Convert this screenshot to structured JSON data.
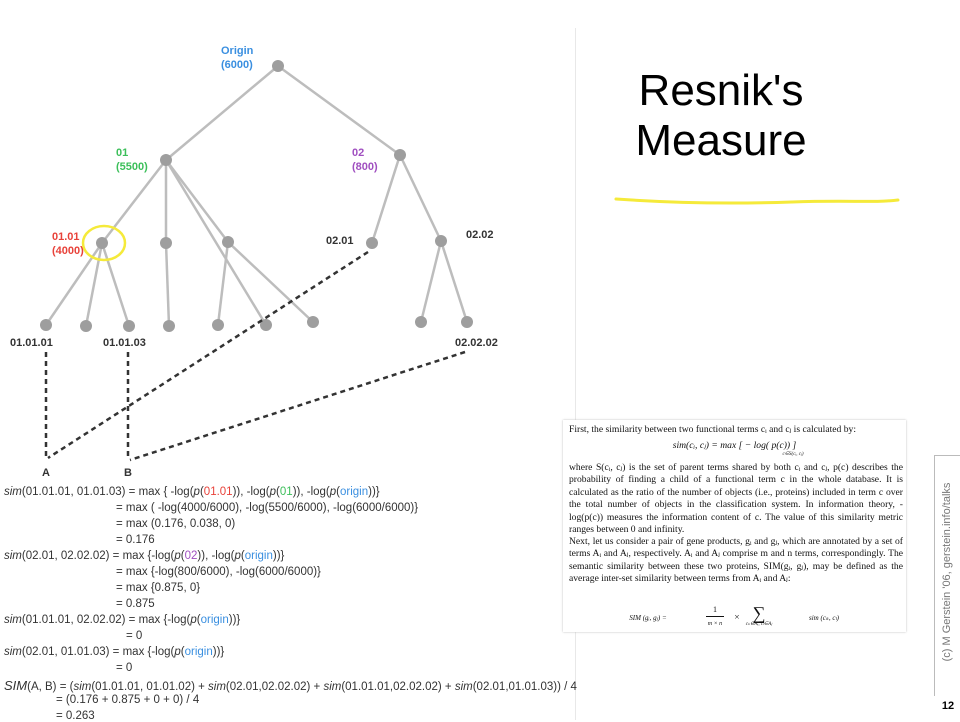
{
  "slide": {
    "title_line1": "Resnik's",
    "title_line2": "Measure",
    "side_text": "(c) M Gerstein '06, gerstein.info/talks",
    "page_number": "12",
    "colors": {
      "accent_underline": "#f5ea3a",
      "tree_line": "#bdbdbd",
      "node": "#9e9e9e",
      "origin_label": "#3a8fe0",
      "label_01": "#3cbf5a",
      "label_02": "#a04fc0",
      "label_0101": "#e8423a"
    }
  },
  "tree": {
    "origin_name": "Origin",
    "origin_count": "(6000)",
    "n01_name": "01",
    "n01_count": "(5500)",
    "n02_name": "02",
    "n02_count": "(800)",
    "n0101_name": "01.01",
    "n0101_count": "(4000)",
    "n0201": "02.01",
    "n0202": "02.02",
    "leaf_010101": "01.01.01",
    "leaf_010103": "01.01.03",
    "leaf_020202": "02.02.02",
    "point_a": "A",
    "point_b": "B"
  },
  "calc": {
    "l1_a": "sim",
    "l1_b": "(01.01.01, 01.01.03) = max { -log(",
    "l1_c": "p",
    "l1_d": "(",
    "l1_e": "01.01",
    "l1_f": ")), -log(",
    "l1_g": "p",
    "l1_h": "(",
    "l1_i": "01",
    "l1_j": ")), -log(",
    "l1_k": "p",
    "l1_l": "(",
    "l1_m": "origin",
    "l1_n": "))}",
    "l2": "= max ( -log(4000/6000), -log(5500/6000), -log(6000/6000)}",
    "l3": "= max (0.176, 0.038, 0)",
    "l4": "= 0.176",
    "l5_a": "sim",
    "l5_b": "(02.01,  02.02.02) = max {-log(",
    "l5_c": "p",
    "l5_d": "(",
    "l5_e": "02",
    "l5_f": ")),  -log(",
    "l5_g": "p",
    "l5_h": "(",
    "l5_i": "origin",
    "l5_j": "))}",
    "l6": "= max {-log(800/6000), -log(6000/6000)}",
    "l7": "= max {0.875, 0}",
    "l8": "= 0.875",
    "l9_a": "sim",
    "l9_b": "(01.01.01,  02.02.02) = max {-log(",
    "l9_c": "p",
    "l9_d": "(",
    "l9_e": "origin",
    "l9_f": "))}",
    "l10": "= 0",
    "l11_a": "sim",
    "l11_b": "(02.01,  01.01.03) = max {-log(",
    "l11_c": "p",
    "l11_d": "(",
    "l11_e": "origin",
    "l11_f": "))}",
    "l12": "= 0",
    "l13_a": "SIM",
    "l13_b": "(A, B) = (",
    "l13_c": "sim",
    "l13_d": "(01.01.01, 01.01.02) +  ",
    "l13_e": "sim",
    "l13_f": "(02.01,02.02.02) + ",
    "l13_g": "sim",
    "l13_h": "(01.01.01,02.02.02) + ",
    "l13_i": "sim",
    "l13_j": "(02.01,01.01.03)) / 4",
    "l14": "= (0.176 + 0.875 + 0 + 0) / 4",
    "l15": "= 0.263"
  },
  "paper": {
    "p1": "First, the similarity between two functional terms cᵢ and cⱼ is calculated by:",
    "f1": "sim(cᵢ, cⱼ) = max [ − log( p(c)) ]",
    "f1_sub": "c∈S(cᵢ, cⱼ)",
    "p2": "where S(cᵢ, cⱼ) is the set of parent terms shared by both cᵢ and cⱼ, p(c) describes the probability of finding a child of a functional term c in the whole database. It is calculated as the ratio of the number of objects (i.e., proteins) included in term c over the total number of objects in the classification system. In information theory, -log(p(c)) measures the information content of c. The value of this similarity metric ranges between 0 and infinity.",
    "p3": "Next, let us consider a pair of gene products, gᵢ and gⱼ, which are annotated by a set of terms Aᵢ and Aⱼ, respectively. Aᵢ and Aⱼ comprise m and n terms, correspondingly. The semantic similarity between these two proteins, SIM(gᵢ, gⱼ), may be defined as the average inter-set similarity between terms from Aᵢ and Aⱼ:",
    "f2_lhs": "SIM (gᵢ, gⱼ) =",
    "f2_num": "1",
    "f2_den": "m × n",
    "f2_times": "×",
    "f2_sum": "∑",
    "f2_sub": "cₖ∈Aᵢ, cₗ∈Aⱼ",
    "f2_rhs": "sim (cₖ, cₗ)"
  }
}
